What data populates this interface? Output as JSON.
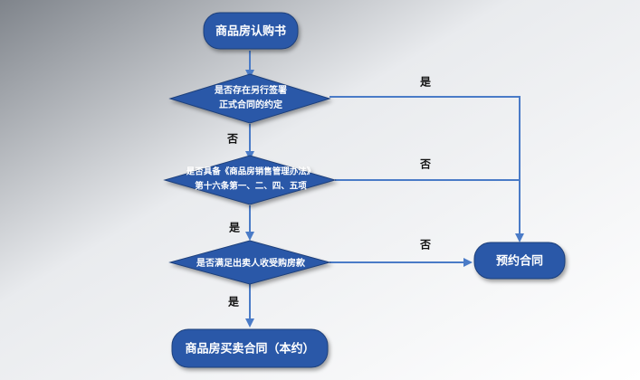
{
  "diagram": {
    "start": {
      "label": "商品房认购书"
    },
    "decision1": {
      "line1": "是否存在另行签署",
      "line2": "正式合同的约定"
    },
    "decision2": {
      "line1": "是否具备《商品房销售管理办法》",
      "line2": "第十六条第一、二、四、五项"
    },
    "decision3": {
      "label": "是否满足出卖人收受购房款"
    },
    "end_right": {
      "label": "预约合同"
    },
    "end_bottom": {
      "label": "商品房买卖合同（本约）"
    },
    "edge_labels": {
      "d1_yes": "是",
      "d1_no": "否",
      "d2_no": "否",
      "d2_yes": "是",
      "d3_no": "否",
      "d3_yes": "是"
    }
  },
  "colors": {
    "node_fill": "#2b59a8",
    "node_stroke": "#1f3f7a",
    "arrow": "#4a7bc7",
    "background_gradient_start": "#8f949b",
    "background_gradient_end": "#ffffff"
  }
}
